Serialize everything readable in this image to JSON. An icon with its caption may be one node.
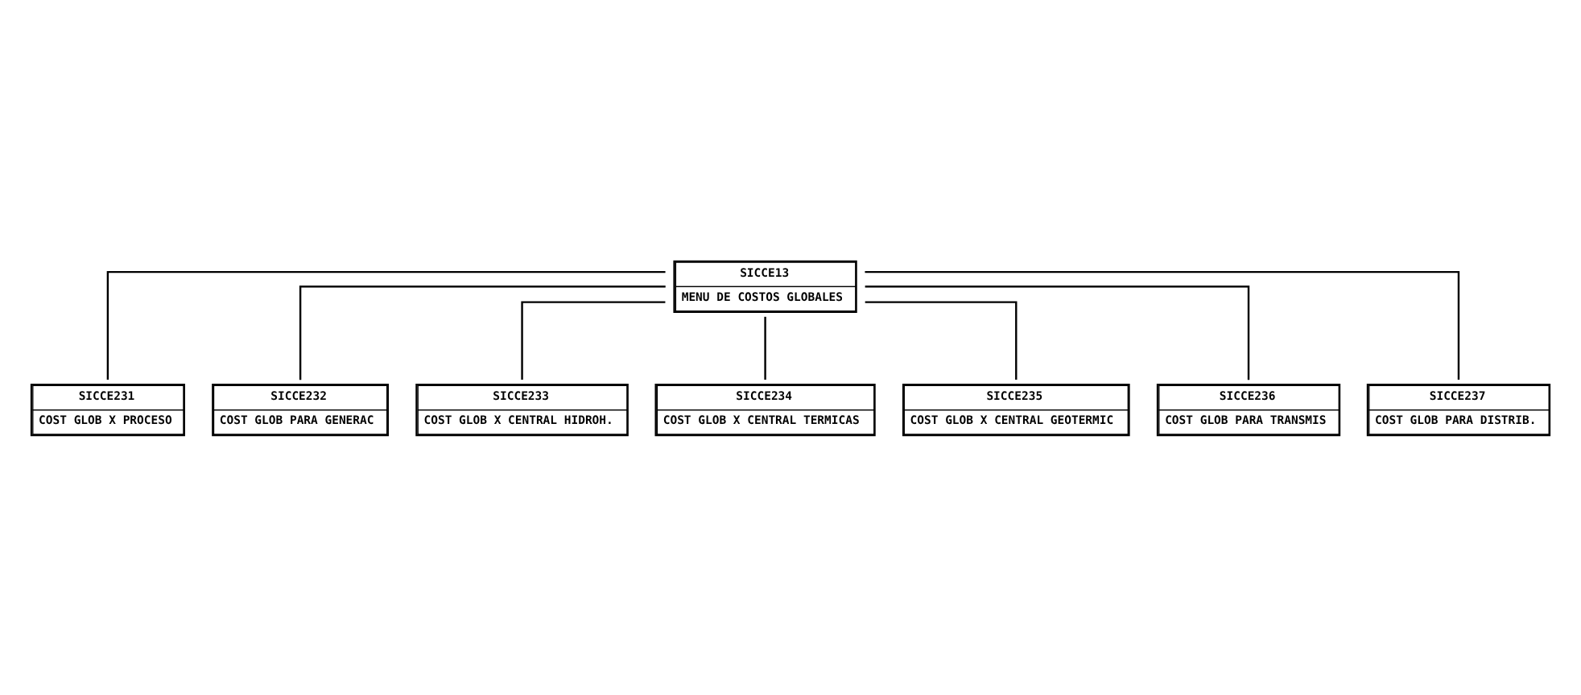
{
  "diagram": {
    "nodes": [
      {
        "text": [
          "SICCE13",
          "MENU DE COSTOS GLOBALES"
        ]
      },
      {
        "text": [
          "SICCE231",
          "COST GLOB X PROCESO"
        ]
      },
      {
        "text": [
          "SICCE232",
          "COST GLOB PARA GENERAC"
        ]
      },
      {
        "text": [
          "SICCE233",
          "COST GLOB X CENTRAL HIDROH."
        ]
      },
      {
        "text": [
          "SICCE234",
          "COST GLOB X CENTRAL TERMICAS"
        ]
      },
      {
        "text": [
          "SICCE235",
          "COST GLOB X CENTRAL GEOTERMIC"
        ]
      },
      {
        "text": [
          "SICCE236",
          "COST GLOB PARA TRANSMIS"
        ]
      },
      {
        "text": [
          "SICCE237",
          "COST GLOB PARA DISTRIB."
        ]
      }
    ],
    "edges": [
      {
        "from": 0,
        "to": 1,
        "arrow": "none"
      },
      {
        "from": 0,
        "to": 2,
        "arrow": "none"
      },
      {
        "from": 0,
        "to": 3,
        "arrow": "none"
      },
      {
        "from": 0,
        "to": 4,
        "arrow": "none"
      },
      {
        "from": 0,
        "to": 5,
        "arrow": "none"
      },
      {
        "from": 0,
        "to": 6,
        "arrow": "none"
      },
      {
        "from": 0,
        "to": 7,
        "arrow": "none"
      }
    ]
  }
}
